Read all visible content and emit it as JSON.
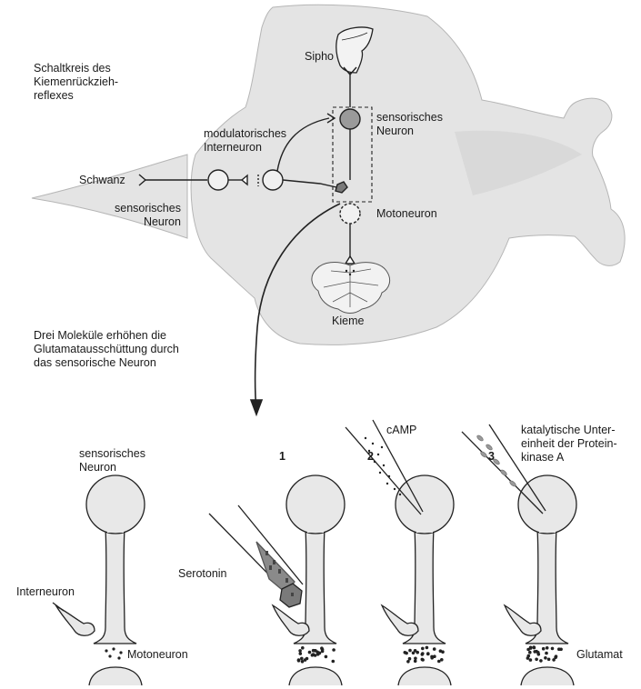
{
  "labels": {
    "circuit_title": "Schaltkreis des\nKiemenrückzieh-\nreflexes",
    "sipho": "Sipho",
    "sensory_neuron_top": "sensorisches\nNeuron",
    "modulatory_interneuron": "modulatorisches\nInterneuron",
    "tail": "Schwanz",
    "sensory_neuron_tail": "sensorisches\nNeuron",
    "motoneuron_top": "Motoneuron",
    "gill": "Kieme",
    "three_molecules": "Drei Moleküle erhöhen die\nGlutamatausschüttung durch\ndas sensorische Neuron",
    "sensory_neuron_bottom": "sensorisches\nNeuron",
    "interneuron": "Interneuron",
    "motoneuron_bottom": "Motoneuron",
    "num_1": "1",
    "serotonin": "Serotonin",
    "num_2": "2",
    "camp": "cAMP",
    "num_3": "3",
    "pka": "katalytische Unter-\neinheit der Protein-\nkinase A",
    "glutamate": "Glutamat"
  },
  "colors": {
    "body_fill": "#e4e4e4",
    "soma_fill": "#e8e8e8",
    "line": "#222222",
    "serotonin_fill": "#8a8a8a",
    "sensory_soma_top": "#9a9a9a"
  }
}
